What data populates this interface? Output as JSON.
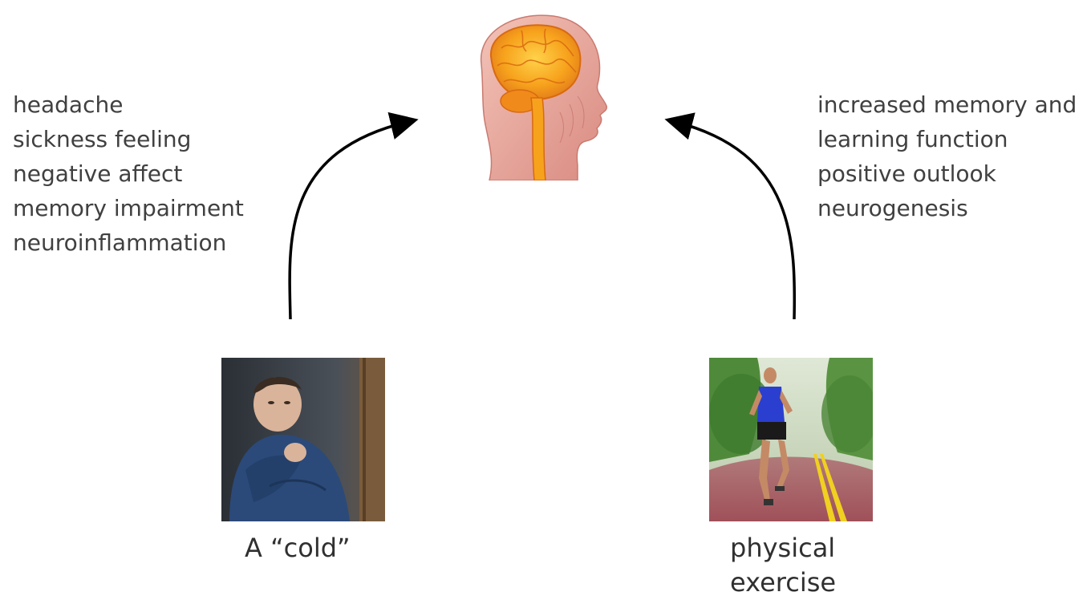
{
  "left_effects": {
    "items": [
      "headache",
      "sickness feeling",
      "negative affect",
      "memory impairment",
      "neuroinflammation"
    ]
  },
  "right_effects": {
    "items": [
      "increased memory and",
      "learning function",
      "positive outlook",
      "neurogenesis"
    ]
  },
  "captions": {
    "cold": "A “cold”",
    "exercise_line1": "physical",
    "exercise_line2": "exercise"
  },
  "icons": {
    "head": "brain-head-icon",
    "cold_photo": "sick-man-photo",
    "exercise_photo": "runner-photo"
  },
  "colors": {
    "text": "#404040",
    "arrow": "#000000",
    "brain": "#f7a21c",
    "skin": "#e8a39a"
  }
}
